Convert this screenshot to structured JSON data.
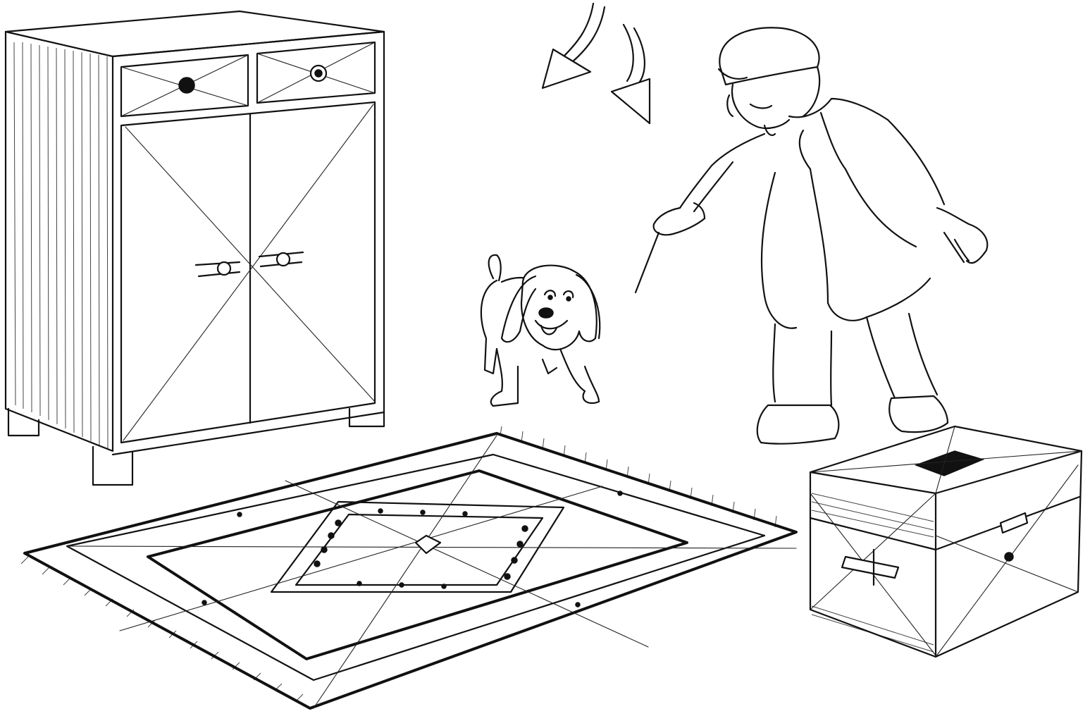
{
  "scene": {
    "style": "black-and-white line drawing",
    "colors": {
      "ink": "#111111",
      "paper": "#ffffff"
    }
  },
  "elements": {
    "cabinet": {
      "icon": "cabinet-icon",
      "drawers": 2,
      "doors": 2
    },
    "arrows": {
      "icon": "curved-arrow-icon",
      "count": 2
    },
    "dog": {
      "icon": "dog-icon"
    },
    "man": {
      "icon": "person-icon",
      "holding": "pointer stick"
    },
    "rug": {
      "icon": "rug-icon",
      "fringed_edges": 2
    },
    "box": {
      "icon": "chest-icon"
    }
  }
}
